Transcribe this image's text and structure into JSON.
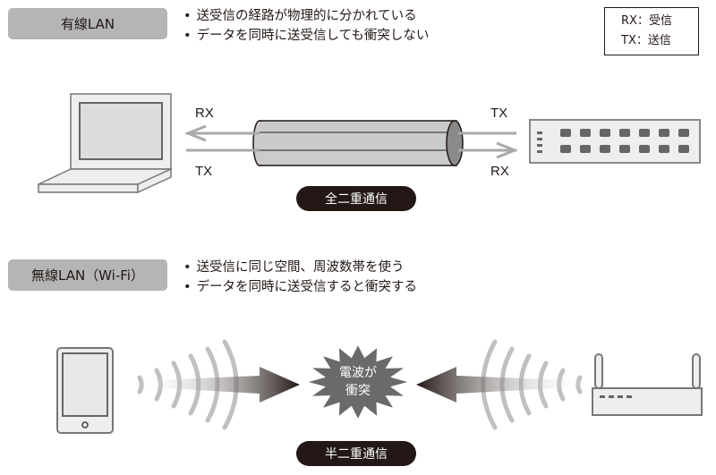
{
  "wired": {
    "label": "有線LAN",
    "bullets": [
      "送受信の経路が物理的に分かれている",
      "データを同時に送受信しても衝突しない"
    ],
    "pc_rx": "RX",
    "pc_tx": "TX",
    "switch_tx": "TX",
    "switch_rx": "RX",
    "mode": "全二重通信"
  },
  "legend": {
    "rx": "RX：受信",
    "tx": "TX：送信"
  },
  "wireless": {
    "label": "無線LAN（Wi-Fi）",
    "bullets": [
      "送受信に同じ空間、周波数帯を使う",
      "データを同時に送受信すると衝突する"
    ],
    "collision_line1": "電波が",
    "collision_line2": "衝突",
    "mode": "半二重通信"
  },
  "icons": {
    "pc": "laptop-icon",
    "switch": "network-switch-icon",
    "tablet": "tablet-icon",
    "router": "wifi-router-icon",
    "cable": "cable-icon",
    "collision": "collision-burst-icon"
  }
}
